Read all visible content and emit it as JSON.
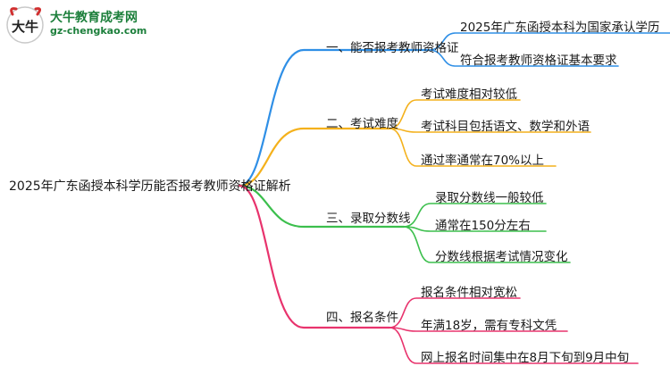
{
  "logo": {
    "title": "大牛教育成考网",
    "url": "gz-chengkao.com",
    "mark_text": "大牛"
  },
  "root": "2025年广东函授本科学历能否报考教师资格证解析",
  "branches": [
    {
      "label": "一、能否报考教师资格证",
      "color": "#2f8fe6",
      "children": [
        "2025年广东函授本科为国家承认学历",
        "符合报考教师资格证基本要求"
      ]
    },
    {
      "label": "二、考试难度",
      "color": "#f4b11c",
      "children": [
        "考试难度相对较低",
        "考试科目包括语文、数学和外语",
        "通过率通常在70%以上"
      ]
    },
    {
      "label": "三、录取分数线",
      "color": "#3cbf4d",
      "children": [
        "录取分数线一般较低",
        "通常在150分左右",
        "分数线根据考试情况变化"
      ]
    },
    {
      "label": "四、报名条件",
      "color": "#e8336d",
      "children": [
        "报名条件相对宽松",
        "年满18岁，需有专科文凭",
        "网上报名时间集中在8月下旬到9月中旬"
      ]
    }
  ]
}
